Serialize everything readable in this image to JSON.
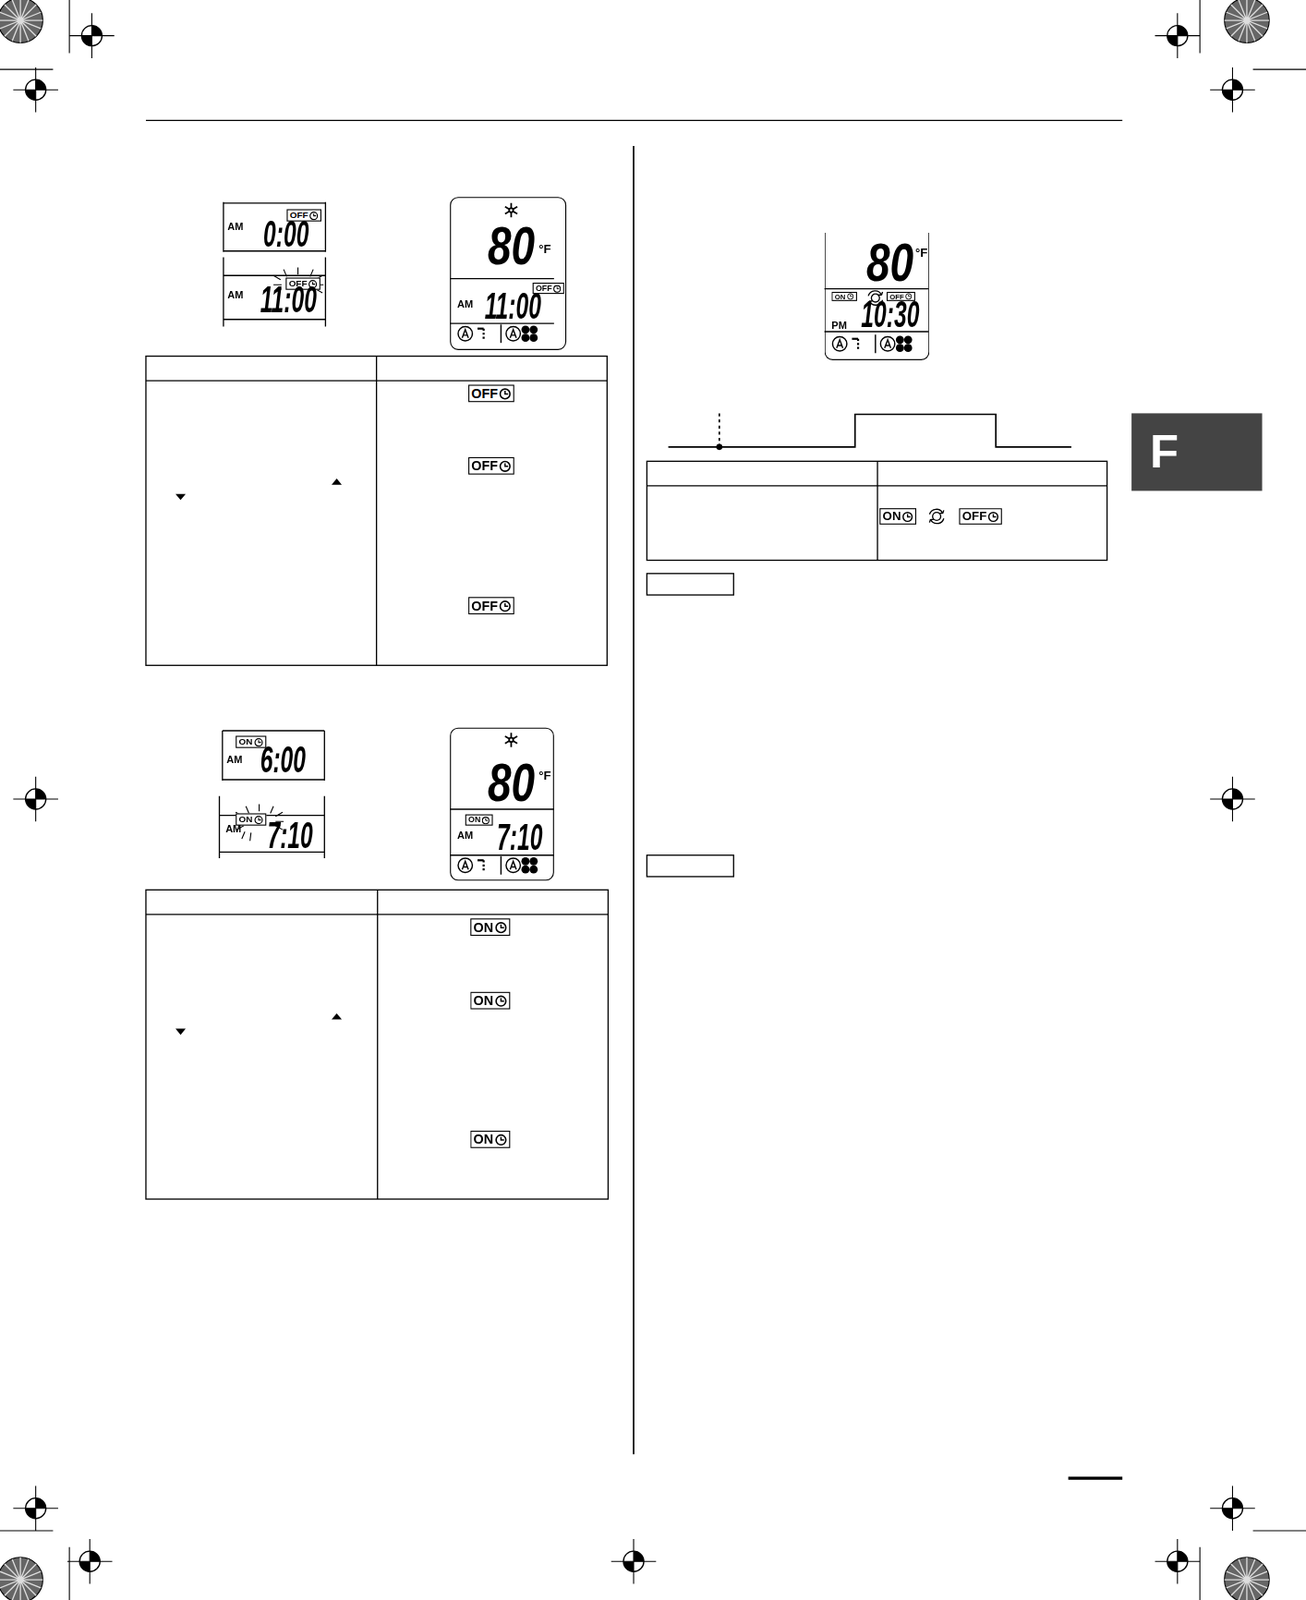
{
  "diagram": {
    "nodes": [
      {
        "text": [
          "80",
          "°F",
          "OFF",
          "AM",
          "11:00"
        ]
      },
      {
        "text": [
          "80",
          "°F",
          "ON",
          "AM",
          "7:10"
        ]
      },
      {
        "text": [
          "80",
          "°F",
          "ON",
          "OFF",
          "PM",
          "10:30"
        ]
      },
      {
        "text": [
          "F"
        ]
      }
    ],
    "labels": [
      "OFF",
      "AM",
      "0:00",
      "OFF",
      "AM",
      "11:00",
      "OFF",
      "OFF",
      "OFF",
      "ON",
      "AM",
      "6:00",
      "ON",
      "AM",
      "7:10",
      "ON",
      "ON",
      "ON",
      "ON",
      "OFF"
    ]
  }
}
